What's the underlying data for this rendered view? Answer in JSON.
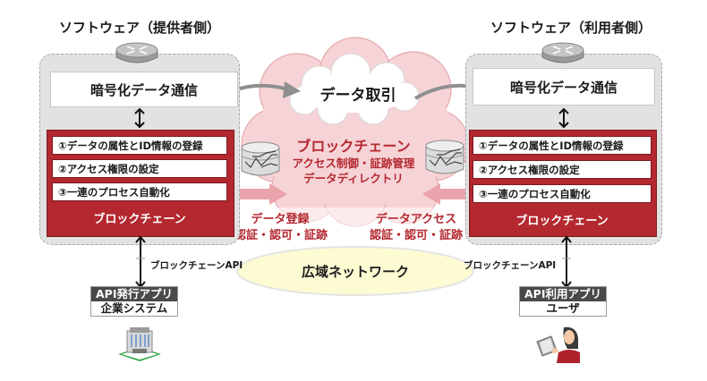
{
  "provider": {
    "title": "ソフトウェア（提供者側）",
    "encrypted_comm": "暗号化データ通信",
    "blockchain_items": [
      "①データの属性とID情報の登録",
      "②アクセス権限の設定",
      "③一連のプロセス自動化"
    ],
    "blockchain_label": "ブロックチェーン",
    "api_label": "ブロックチェーンAPI",
    "app_header": "API発行アプリ",
    "app_body": "企業システム"
  },
  "user": {
    "title": "ソフトウェア（利用者側）",
    "encrypted_comm": "暗号化データ通信",
    "blockchain_items": [
      "①データの属性とID情報の登録",
      "②アクセス権限の設定",
      "③一連のプロセス自動化"
    ],
    "blockchain_label": "ブロックチェーン",
    "api_label": "ブロックチェーンAPI",
    "app_header": "API利用アプリ",
    "app_body": "ユーザ"
  },
  "cloud": {
    "data_transaction": "データ取引",
    "blockchain_title": "ブロックチェーン",
    "blockchain_line2": "アクセス制御・証跡管理",
    "blockchain_line3": "データディレクトリ"
  },
  "flows": {
    "register_line1": "データ登録",
    "register_line2": "認証・認可・証跡",
    "access_line1": "データアクセス",
    "access_line2": "認証・認可・証跡"
  },
  "network": {
    "label": "広域ネットワーク"
  },
  "colors": {
    "blockchain_red": "#b42830",
    "cloud_pink": "#f6d3d6",
    "network_yellow": "#fdfbd2",
    "panel_gray": "#e2e2e2",
    "app_header_dark": "#4a4a48"
  }
}
